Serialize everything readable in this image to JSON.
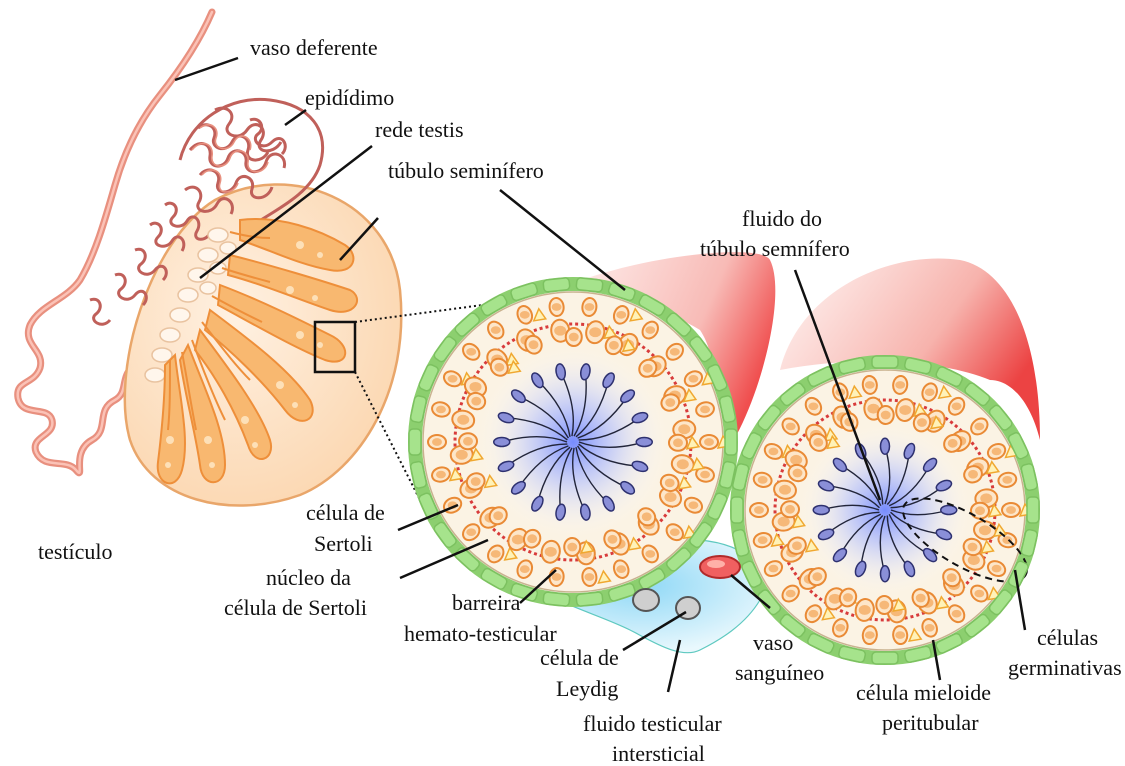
{
  "labels": {
    "vaso_deferente": "vaso deferente",
    "epididimo": "epidídimo",
    "rede_testis": "rede testis",
    "tubulo_seminifero": "túbulo seminífero",
    "fluido_tubulo": [
      "fluido do",
      "túbulo semnífero"
    ],
    "testiculo": "testículo",
    "celula_sertoli": [
      "célula de",
      "Sertoli"
    ],
    "nucleo_sertoli": [
      "núcleo da",
      "célula de Sertoli"
    ],
    "barreira": [
      "barreira",
      "hemato-testicular"
    ],
    "celula_leydig": [
      "célula de",
      "Leydig"
    ],
    "vaso_sanguineo": [
      "vaso",
      "sanguíneo"
    ],
    "fluido_intersticial": [
      "fluido testicular",
      "intersticial"
    ],
    "celula_mieloide": [
      "célula mieloide",
      "peritubular"
    ],
    "celulas_germinativas": [
      "células",
      "germinativas"
    ]
  },
  "colors": {
    "vas": "#e8907f",
    "vas_dark": "#c0605a",
    "testis_fill": "#fde3c6",
    "testis_stroke": "#e9a66a",
    "lobule": "#f39a4a",
    "myoid": "#a6e38c",
    "myoid_stroke": "#7cc160",
    "barrier": "#d83b3b",
    "germ_nucleus": "#f6b878",
    "sperm_head": "#8a8fd8",
    "lumen": "#8fa0ff",
    "interstitial": "#bfe8f8",
    "blood_vessel": "#f06060",
    "leydig": "#c8c8c8",
    "tube_gradient": "#f24a4a"
  }
}
